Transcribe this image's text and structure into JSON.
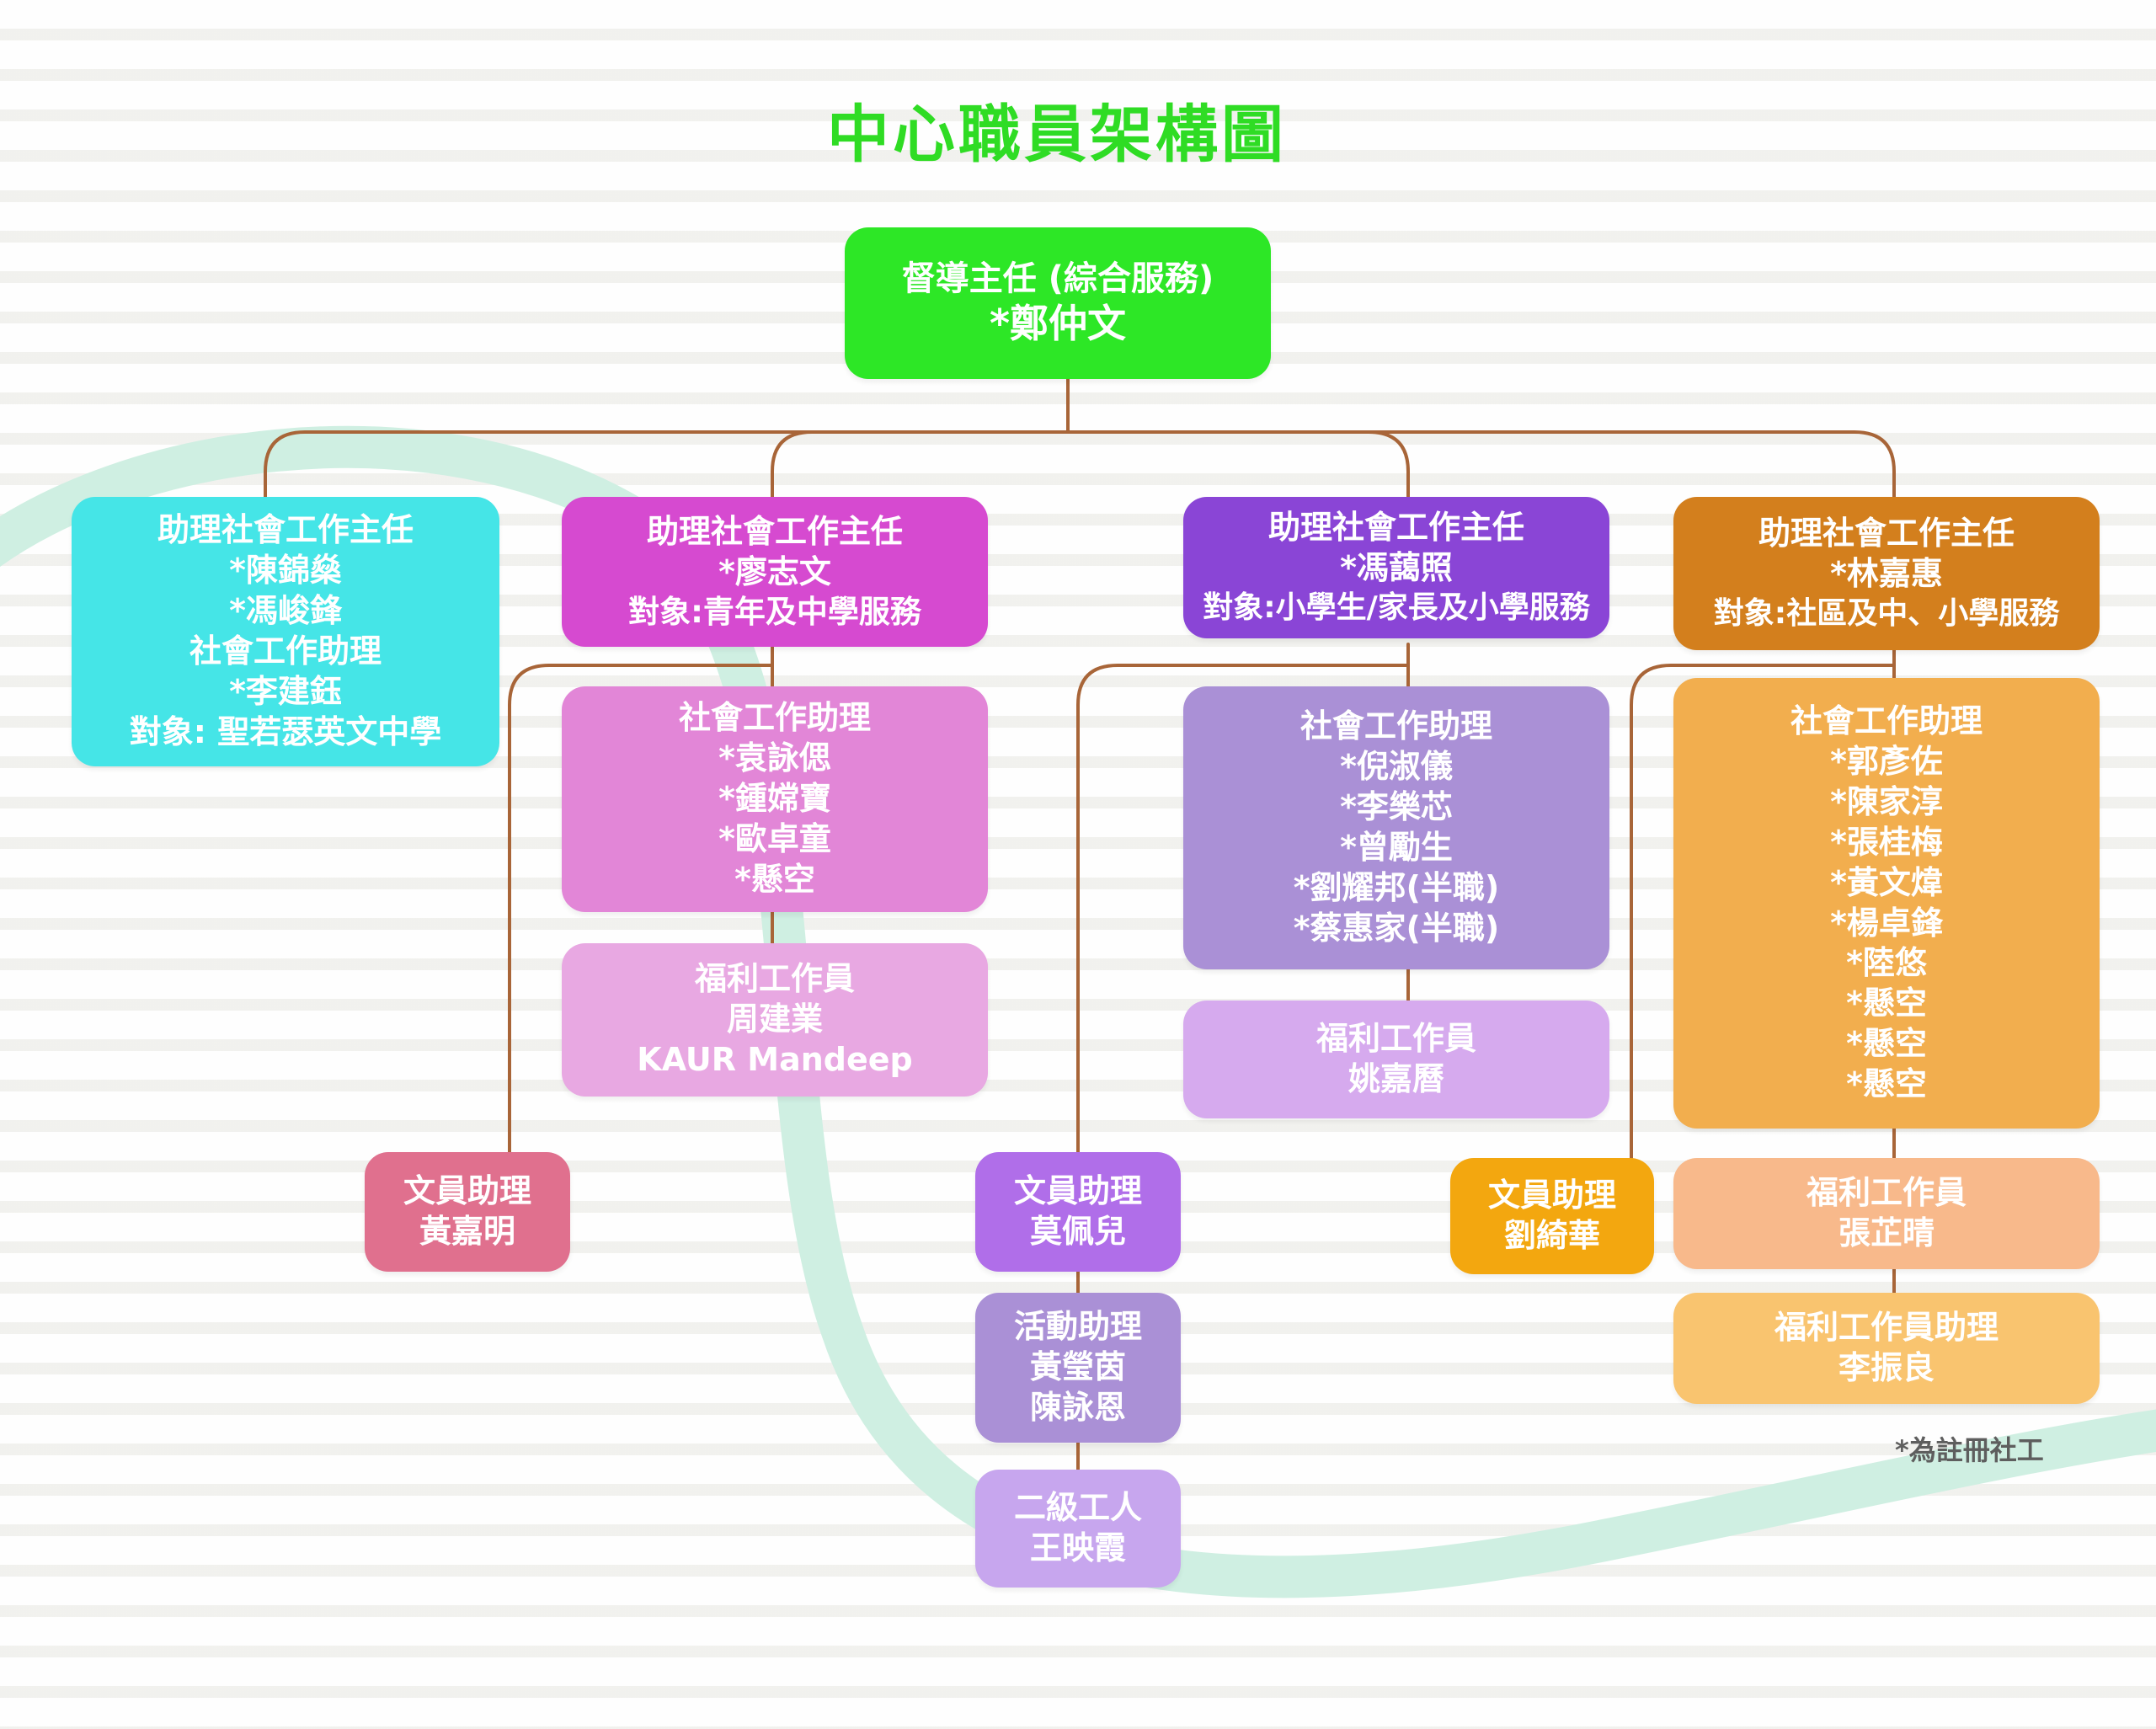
{
  "title": "中心職員架構圖",
  "colors": {
    "title": "#2fdc24",
    "connector": "#a86538",
    "swoosh": "#cfefe2",
    "top": "#2de726",
    "cyan": "#45e5e7",
    "magenta": "#d64ad0",
    "magenta_light": "#e286d7",
    "magenta_lighter": "#e8a8e2",
    "pink": "#e0708e",
    "purple": "#8a45d6",
    "purple_mid": "#b06ee9",
    "purple_light": "#aa90d6",
    "purple_lighter": "#d6aaee",
    "purple_lightest": "#c7a6ee",
    "orange": "#d37f1d",
    "orange_light": "#f2ae4e",
    "peach": "#f8b98b",
    "peach_light": "#f9c46f",
    "gold": "#f3a70f",
    "note": "#5e5e5e"
  },
  "top": {
    "line1": "督導主任 (綜合服務)",
    "line2": "*鄭仲文"
  },
  "c1": {
    "head": {
      "lines": [
        "助理社會工作主任",
        "*陳錦燊",
        "*馮峻鋒",
        "社會工作助理",
        "*李建鈺",
        "對象: 聖若瑟英文中學"
      ]
    }
  },
  "c2": {
    "head": {
      "lines": [
        "助理社會工作主任",
        "*廖志文",
        "對象:青年及中學服務"
      ]
    },
    "sw": {
      "lines": [
        "社會工作助理",
        "*袁詠偲",
        "*鍾嫦寶",
        "*歐卓童",
        "*懸空"
      ]
    },
    "welfare": {
      "lines": [
        "福利工作員",
        "周建業",
        "KAUR Mandeep"
      ]
    },
    "clerk": {
      "lines": [
        "文員助理",
        "黃嘉明"
      ]
    }
  },
  "c3": {
    "head": {
      "lines": [
        "助理社會工作主任",
        "*馮藹照",
        "對象:小學生/家長及小學服務"
      ]
    },
    "sw": {
      "lines": [
        "社會工作助理",
        "*倪淑儀",
        "*李樂芯",
        "*曾勵生",
        "*劉耀邦(半職)",
        "*蔡惠家(半職)"
      ]
    },
    "welfare": {
      "lines": [
        "福利工作員",
        "姚嘉曆"
      ]
    },
    "clerk": {
      "lines": [
        "文員助理",
        "莫佩兒"
      ]
    },
    "activity": {
      "lines": [
        "活動助理",
        "黃瑩茵",
        "陳詠恩"
      ]
    },
    "worker": {
      "lines": [
        "二級工人",
        "王映霞"
      ]
    }
  },
  "c4": {
    "head": {
      "lines": [
        "助理社會工作主任",
        "*林嘉惠",
        "對象:社區及中、小學服務"
      ]
    },
    "sw": {
      "lines": [
        "社會工作助理",
        "*郭彥佐",
        "*陳家淳",
        "*張桂梅",
        "*黃文煒",
        "*楊卓鋒",
        "*陸悠",
        "*懸空",
        "*懸空",
        "*懸空"
      ]
    },
    "welfare": {
      "lines": [
        "福利工作員",
        "張芷晴"
      ]
    },
    "welfare_asst": {
      "lines": [
        "福利工作員助理",
        "李振良"
      ]
    },
    "clerk": {
      "lines": [
        "文員助理",
        "劉綺華"
      ]
    }
  },
  "note": "*為註冊社工"
}
